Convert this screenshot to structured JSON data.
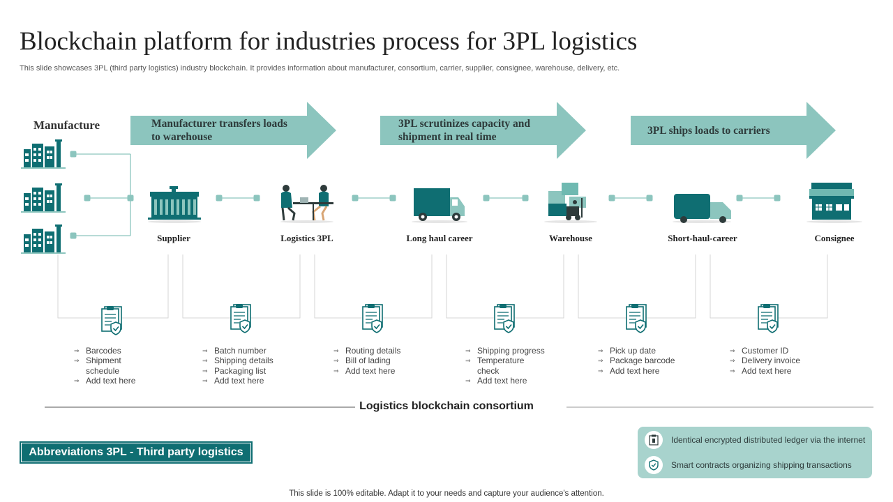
{
  "header": {
    "title": "Blockchain platform for industries process for 3PL logistics",
    "subtitle": "This slide showcases 3PL (third party logistics) industry blockchain. It provides information about manufacturer, consortium, carrier, supplier, consignee, warehouse, delivery, etc."
  },
  "manufacture": {
    "label": "Manufacture"
  },
  "arrows": [
    {
      "text_line1": "Manufacturer transfers loads",
      "text_line2": "to warehouse"
    },
    {
      "text_line1": "3PL scrutinizes capacity and",
      "text_line2": "shipment in real time"
    },
    {
      "text_line1": "3PL ships loads to carriers",
      "text_line2": ""
    }
  ],
  "nodes": [
    {
      "label": "Supplier",
      "icon": "supplier-building-icon"
    },
    {
      "label": "Logistics 3PL",
      "icon": "meeting-people-icon"
    },
    {
      "label": "Long haul career",
      "icon": "truck-icon"
    },
    {
      "label": "Warehouse",
      "icon": "warehouse-forklift-icon"
    },
    {
      "label": "Short-haul-career",
      "icon": "van-icon"
    },
    {
      "label": "Consignee",
      "icon": "store-icon"
    }
  ],
  "details": [
    {
      "items": [
        "Barcodes",
        "Shipment schedule",
        "Add text here"
      ]
    },
    {
      "items": [
        "Batch number",
        "Shipping details",
        "Packaging list",
        "Add text here"
      ]
    },
    {
      "items": [
        "Routing details",
        "Bill of lading",
        "Add text here"
      ]
    },
    {
      "items": [
        "Shipping progress",
        "Temperature check",
        "Add text here"
      ]
    },
    {
      "items": [
        "Pick up date",
        "Package barcode",
        "Add text here"
      ]
    },
    {
      "items": [
        "Customer ID",
        "Delivery invoice",
        "Add text here"
      ]
    }
  ],
  "consortium": {
    "label": "Logistics blockchain consortium"
  },
  "abbreviation": {
    "text": "Abbreviations 3PL - Third party logistics"
  },
  "legend": [
    {
      "text": "Identical encrypted distributed ledger via the internet",
      "icon": "ledger-icon"
    },
    {
      "text": "Smart contracts organizing shipping transactions",
      "icon": "shield-icon"
    }
  ],
  "footer": {
    "text": "This slide is 100% editable. Adapt it to your needs and capture your audience's attention."
  },
  "colors": {
    "teal_dark": "#0f6e72",
    "teal_light": "#8cc5be",
    "legend_bg": "#a8d3cd"
  }
}
